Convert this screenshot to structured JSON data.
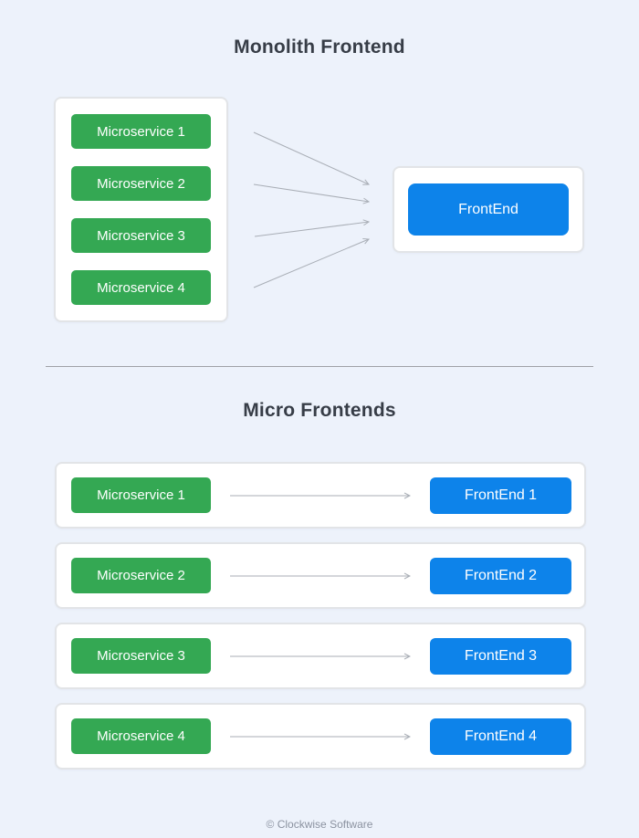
{
  "page": {
    "footer_text": "© Clockwise Software"
  },
  "colors": {
    "background": "#edf2fb",
    "service_green": "#34a853",
    "frontend_blue": "#0d83ea",
    "panel_fill": "#ffffff",
    "panel_border": "#e2e4e7",
    "arrow_gray": "#a9aeb6",
    "divider_gray": "#9fa1a6",
    "title_dark": "#373d47",
    "footer_gray": "#8b92a0"
  },
  "monolith_section": {
    "title": "Monolith Frontend",
    "services": [
      "Microservice 1",
      "Microservice 2",
      "Microservice 3",
      "Microservice 4"
    ],
    "frontend_label": "FrontEnd",
    "arrows": [
      {
        "from": "Microservice 1",
        "to": "FrontEnd"
      },
      {
        "from": "Microservice 2",
        "to": "FrontEnd"
      },
      {
        "from": "Microservice 3",
        "to": "FrontEnd"
      },
      {
        "from": "Microservice 4",
        "to": "FrontEnd"
      }
    ]
  },
  "micro_section": {
    "title": "Micro Frontends",
    "rows": [
      {
        "service": "Microservice 1",
        "frontend": "FrontEnd 1"
      },
      {
        "service": "Microservice 2",
        "frontend": "FrontEnd 2"
      },
      {
        "service": "Microservice 3",
        "frontend": "FrontEnd 3"
      },
      {
        "service": "Microservice 4",
        "frontend": "FrontEnd 4"
      }
    ]
  }
}
